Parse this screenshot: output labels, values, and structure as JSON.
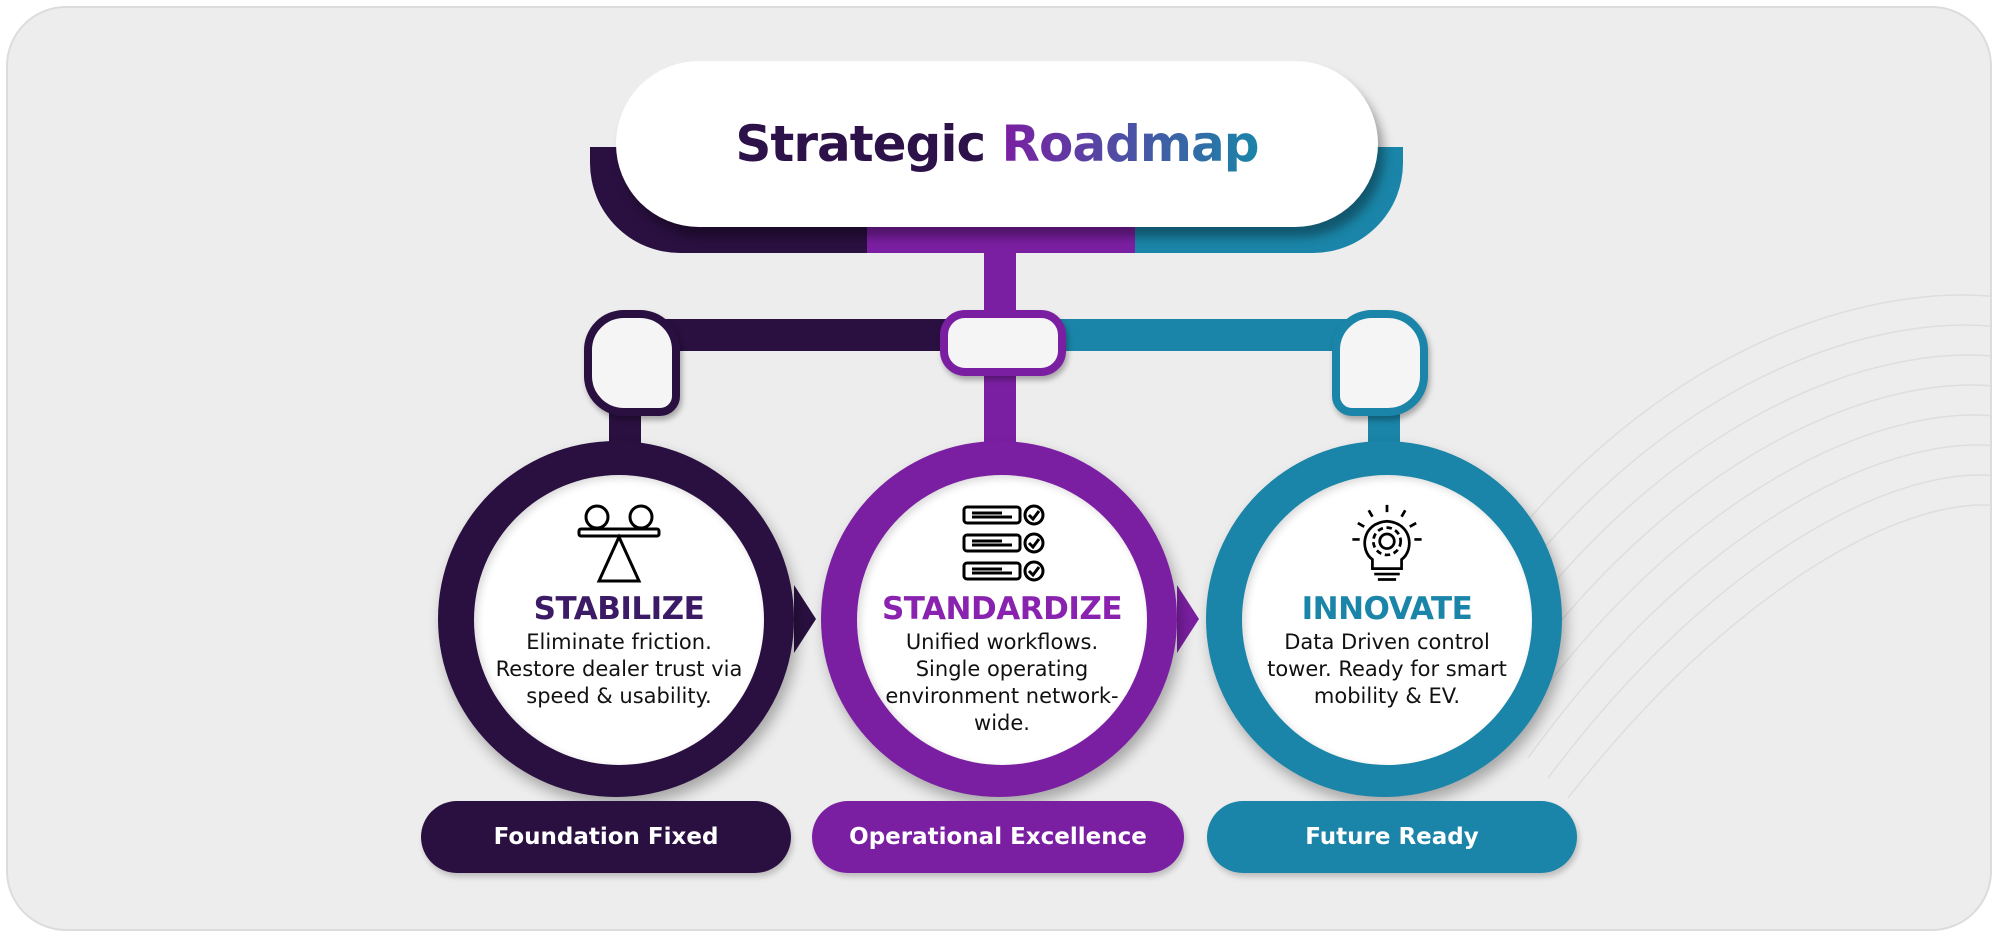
{
  "title": {
    "part1": "Strategic",
    "part2": "Roadmap"
  },
  "colors": {
    "dark": "#2a1040",
    "purple": "#7b1fa2",
    "teal": "#1a85a8"
  },
  "stages": [
    {
      "heading": "STABILIZE",
      "description": "Eliminate friction. Restore dealer trust via speed & usability.",
      "outcome": "Foundation Fixed",
      "icon": "balance-scale-icon"
    },
    {
      "heading": "STANDARDIZE",
      "description": "Unified workflows. Single operating environment network-wide.",
      "outcome": "Operational Excellence",
      "icon": "checklist-icon"
    },
    {
      "heading": "INNOVATE",
      "description": "Data Driven control tower. Ready for smart mobility & EV.",
      "outcome": "Future Ready",
      "icon": "lightbulb-gear-icon"
    }
  ]
}
